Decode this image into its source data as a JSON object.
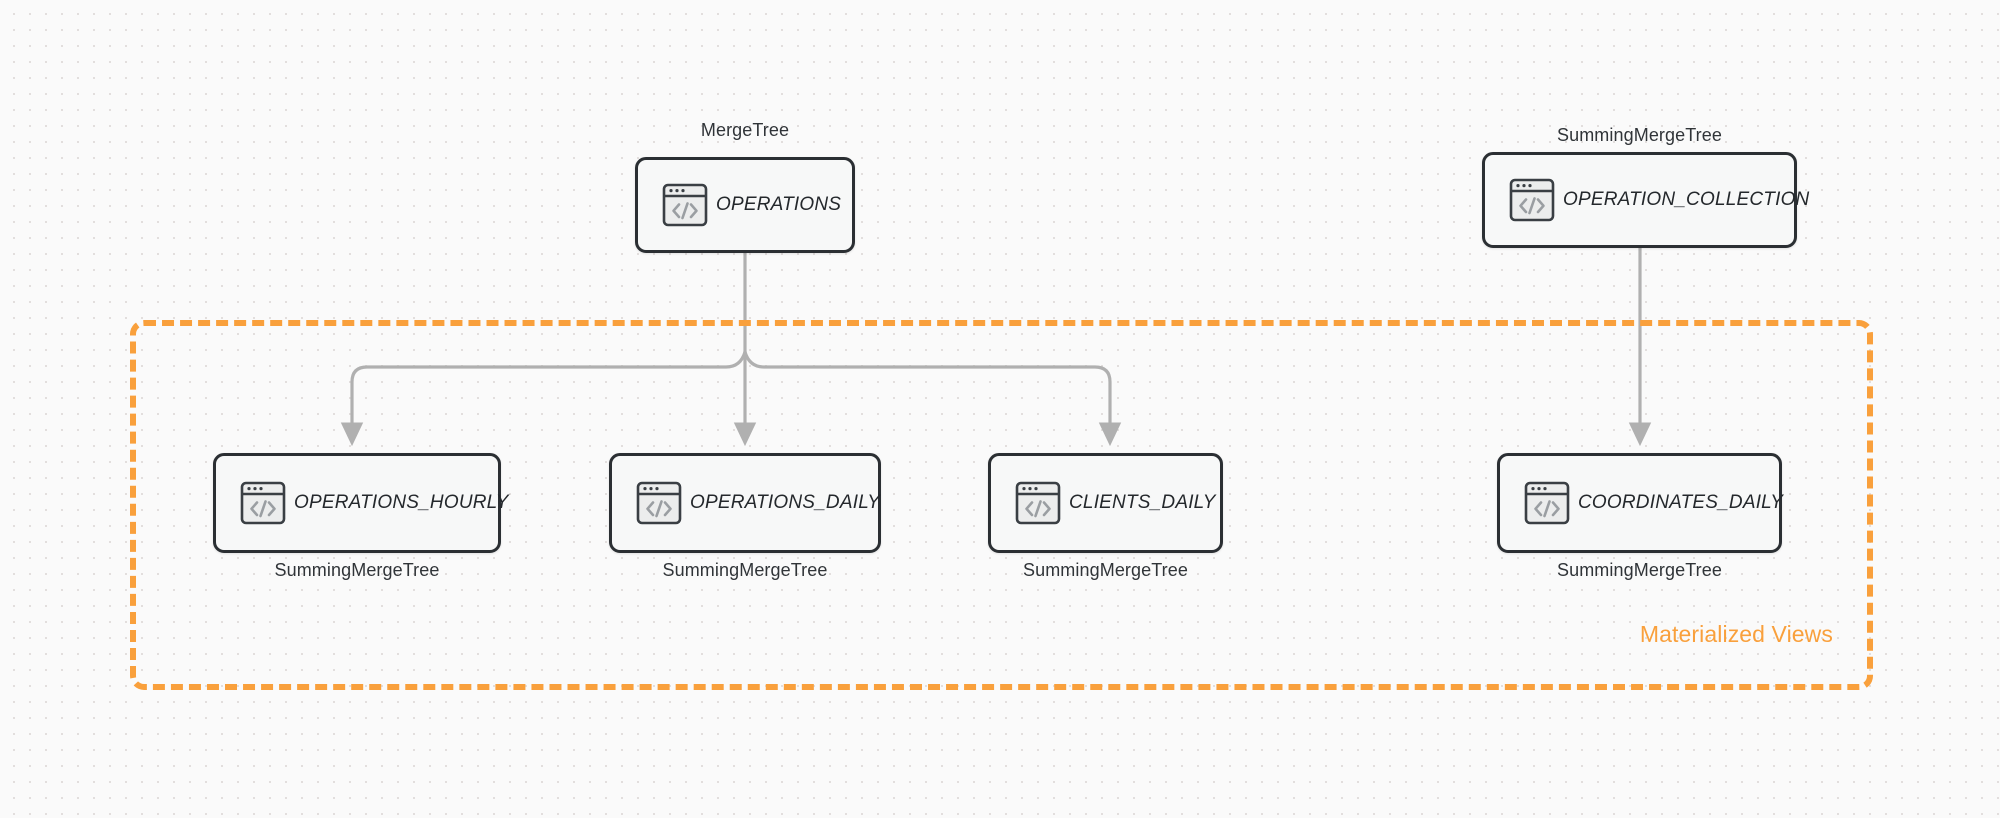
{
  "diagram": {
    "background_color": "#fafafa",
    "grid": "dot-grid",
    "accent_color": "#f9a03c",
    "node_border_color": "#2b2f33",
    "connector_color": "#b0b0b0"
  },
  "group": {
    "label": "Materialized Views",
    "style": "dashed",
    "color": "#f9a03c"
  },
  "nodes": {
    "operations": {
      "label": "OPERATIONS",
      "engine": "MergeTree",
      "icon": "code-window-icon"
    },
    "operation_collection": {
      "label": "OPERATION_COLLECTION",
      "engine": "SummingMergeTree",
      "icon": "code-window-icon"
    },
    "operations_hourly": {
      "label": "OPERATIONS_HOURLY",
      "engine": "SummingMergeTree",
      "icon": "code-window-icon"
    },
    "operations_daily": {
      "label": "OPERATIONS_DAILY",
      "engine": "SummingMergeTree",
      "icon": "code-window-icon"
    },
    "clients_daily": {
      "label": "CLIENTS_DAILY",
      "engine": "SummingMergeTree",
      "icon": "code-window-icon"
    },
    "coordinates_daily": {
      "label": "COORDINATES_DAILY",
      "engine": "SummingMergeTree",
      "icon": "code-window-icon"
    }
  },
  "edges": [
    {
      "from": "operations",
      "to": "operations_hourly"
    },
    {
      "from": "operations",
      "to": "operations_daily"
    },
    {
      "from": "operations",
      "to": "clients_daily"
    },
    {
      "from": "operation_collection",
      "to": "coordinates_daily"
    }
  ]
}
